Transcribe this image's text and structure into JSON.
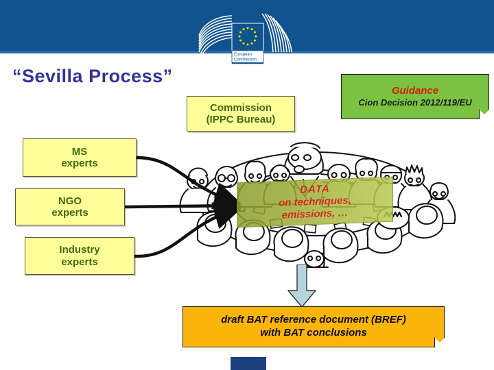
{
  "header": {
    "logo": {
      "name": "european-commission-logo",
      "line1": "European",
      "line2": "Commission"
    },
    "band_color": "#10538f"
  },
  "title": "“Sevilla Process”",
  "title_color": "#333399",
  "boxes": {
    "commission": {
      "line1": "Commission",
      "line2": "(IPPC Bureau)",
      "fill": "#ffff99",
      "text_color": "#3f6b16"
    },
    "ms_experts": {
      "line1": "MS",
      "line2": "experts",
      "fill": "#ffff99",
      "text_color": "#3f6b16"
    },
    "ngo_experts": {
      "line1": "NGO",
      "line2": "experts",
      "fill": "#ffff99",
      "text_color": "#3f6b16"
    },
    "industry_experts": {
      "line1": "Industry",
      "line2": "experts",
      "fill": "#ffff99",
      "text_color": "#3f6b16"
    },
    "guidance": {
      "line1": "Guidance",
      "line2": "Cion Decision 2012/119/EU",
      "fill": "#7cc242",
      "line1_color": "#cc2200",
      "line2_color": "#1a1a1a"
    },
    "data": {
      "line1": "DATA",
      "line2": "on techniques,",
      "line3": "emissions, …",
      "fill": "#9aac35",
      "text_color": "#d3291b"
    },
    "bref": {
      "line1": "draft BAT reference document (BREF)",
      "line2": "with BAT conclusions",
      "fill": "#fbb40a",
      "text_color": "#0d0d0d"
    }
  },
  "graphics": {
    "meeting_illustration": "cartoon-people-round-table",
    "down_arrow": "down-arrow",
    "connector_arrows": "three-curved-arrows-to-data",
    "bottom_marker": "blue-rectangle"
  }
}
